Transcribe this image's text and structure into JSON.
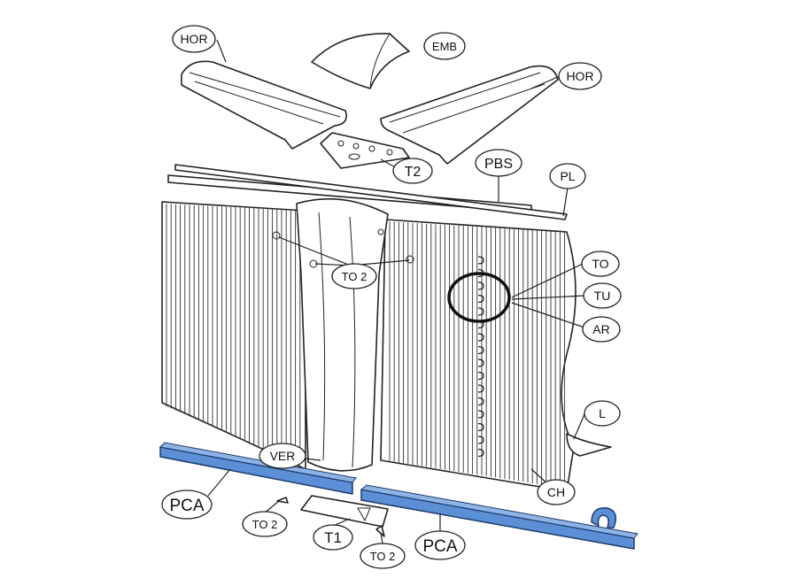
{
  "labels": {
    "hor_left": "HOR",
    "emb": "EMB",
    "hor_right": "HOR",
    "t2": "T2",
    "pbs": "PBS",
    "pl": "PL",
    "to2_top": "TO 2",
    "to": "TO",
    "tu": "TU",
    "ar": "AR",
    "l": "L",
    "ver": "VER",
    "ch": "CH",
    "pca_left": "PCA",
    "to2_left": "TO 2",
    "t1": "T1",
    "to2_bottom": "TO 2",
    "pca_right": "PCA"
  },
  "colors": {
    "highlight": "#5b8fd6",
    "line": "#222222"
  }
}
